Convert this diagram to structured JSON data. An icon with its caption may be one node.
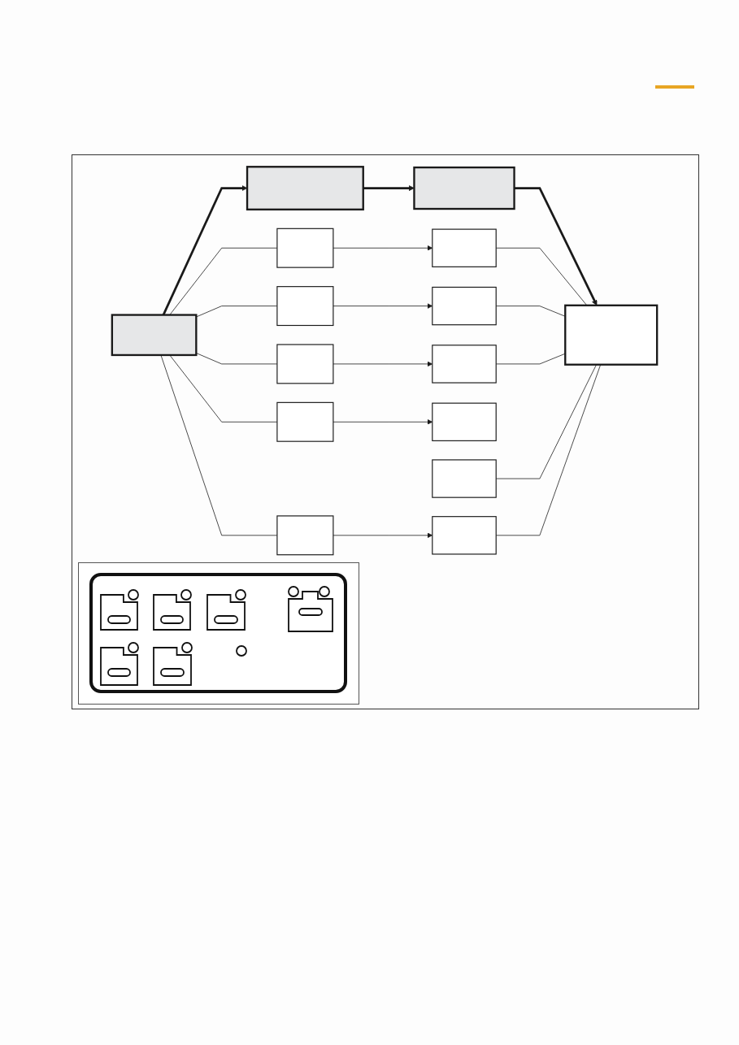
{
  "diagram": {
    "nodes": [
      {
        "text": [],
        "shape": "box"
      },
      {
        "text": [],
        "shape": "box"
      },
      {
        "text": [],
        "shape": "box"
      },
      {
        "text": [],
        "shape": "box"
      },
      {
        "text": [],
        "shape": "box"
      },
      {
        "text": [],
        "shape": "box"
      },
      {
        "text": [],
        "shape": "box"
      },
      {
        "text": [],
        "shape": "box"
      },
      {
        "text": [],
        "shape": "box"
      },
      {
        "text": [],
        "shape": "box"
      },
      {
        "text": [],
        "shape": "box"
      },
      {
        "text": [],
        "shape": "box"
      },
      {
        "text": [],
        "shape": "box"
      },
      {
        "text": [],
        "shape": "box"
      },
      {
        "text": [],
        "shape": "box"
      }
    ],
    "edges": [
      {
        "from": 0,
        "to": 1,
        "arrow": "to",
        "style": "thick"
      },
      {
        "from": 1,
        "to": 2,
        "arrow": "to",
        "style": "thick"
      },
      {
        "from": 2,
        "to": 3,
        "arrow": "to",
        "style": "thick"
      },
      {
        "from": 0,
        "to": 4,
        "arrow": "none"
      },
      {
        "from": 0,
        "to": 6,
        "arrow": "none"
      },
      {
        "from": 0,
        "to": 8,
        "arrow": "none"
      },
      {
        "from": 0,
        "to": 10,
        "arrow": "none"
      },
      {
        "from": 0,
        "to": 13,
        "arrow": "none"
      },
      {
        "from": 4,
        "to": 5,
        "arrow": "to"
      },
      {
        "from": 6,
        "to": 7,
        "arrow": "to"
      },
      {
        "from": 8,
        "to": 9,
        "arrow": "to"
      },
      {
        "from": 10,
        "to": 11,
        "arrow": "to"
      },
      {
        "from": 13,
        "to": 14,
        "arrow": "to"
      },
      {
        "from": 5,
        "to": 3,
        "arrow": "none"
      },
      {
        "from": 7,
        "to": 3,
        "arrow": "none"
      },
      {
        "from": 9,
        "to": 3,
        "arrow": "none"
      },
      {
        "from": 12,
        "to": 3,
        "arrow": "none"
      },
      {
        "from": 14,
        "to": 3,
        "arrow": "none"
      }
    ]
  }
}
